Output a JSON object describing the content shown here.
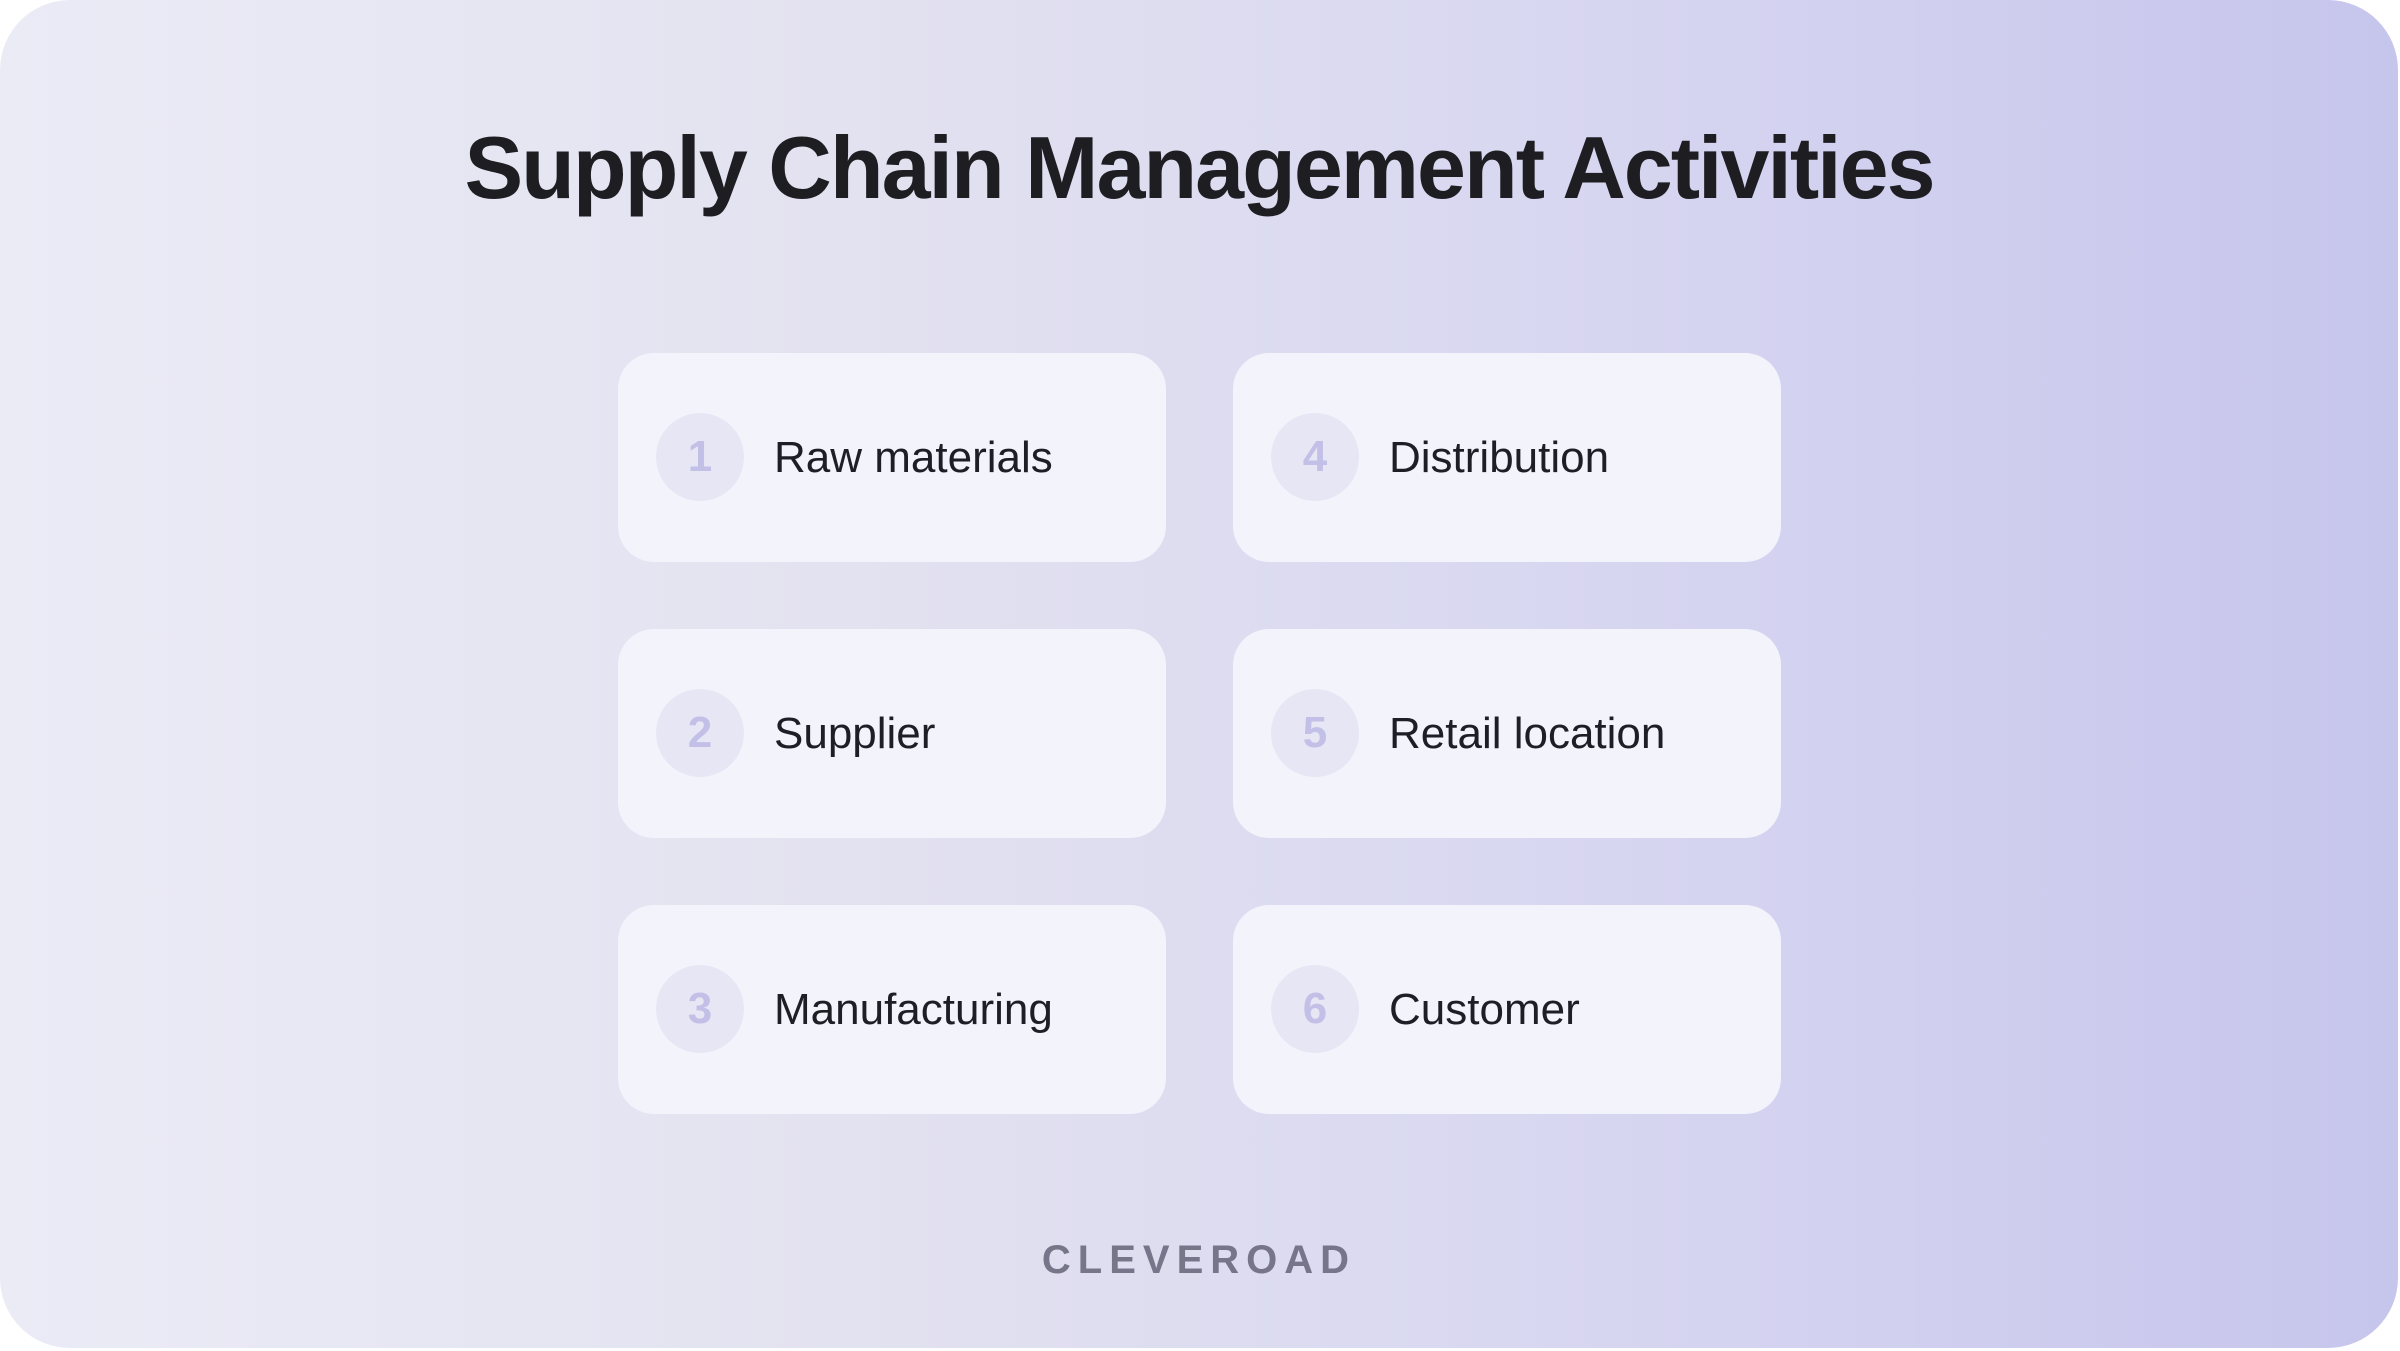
{
  "title": "Supply Chain Management Activities",
  "brand": "CLEVEROAD",
  "colors": {
    "background_start": "#ebebf6",
    "background_end": "#c6c5ec",
    "card": "#f3f3fc",
    "number_circle": "#e7e6f4",
    "number_text": "#c2c0e6",
    "label_text": "#1e1e24",
    "brand_text": "#76758a"
  },
  "items": [
    {
      "number": "1",
      "label": "Raw materials"
    },
    {
      "number": "2",
      "label": "Supplier"
    },
    {
      "number": "3",
      "label": "Manufacturing"
    },
    {
      "number": "4",
      "label": "Distribution"
    },
    {
      "number": "5",
      "label": "Retail location"
    },
    {
      "number": "6",
      "label": "Customer"
    }
  ]
}
